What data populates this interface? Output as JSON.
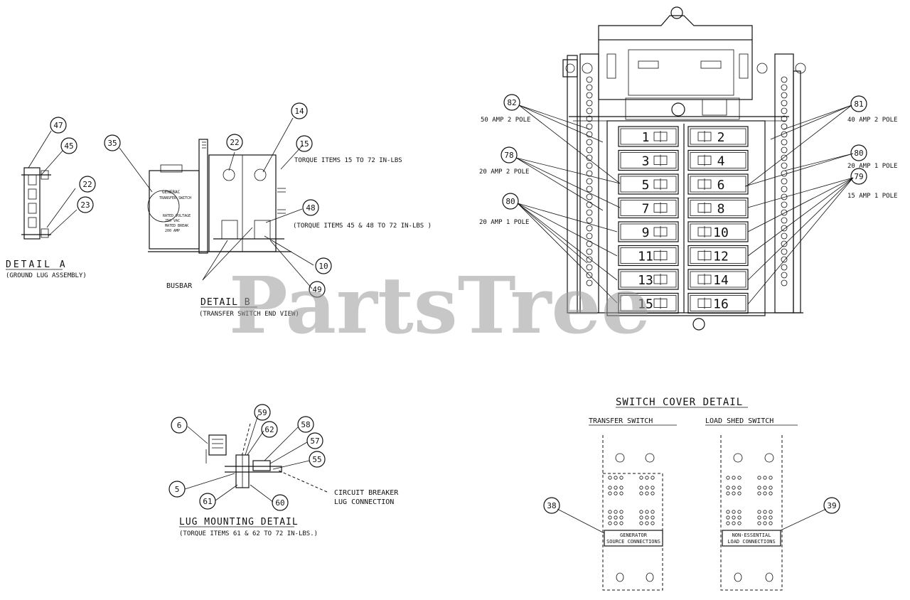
{
  "watermark": "PartsTree",
  "ground_detail": {
    "callouts": [
      "47",
      "45",
      "22",
      "23"
    ],
    "title": "DETAIL A",
    "subtitle": "(GROUND LUG ASSEMBLY)"
  },
  "detail_b": {
    "callouts": [
      "35",
      "22",
      "14",
      "15",
      "48",
      "10",
      "49"
    ],
    "relay_text": [
      "GENERAC",
      "TRANSFER SWITCH",
      "RATED VOLTAGE",
      "250 VAC",
      "MATED BREAK",
      "200 AMP"
    ],
    "notes": [
      "TORQUE ITEMS 15 TO 72 IN-LBS",
      "(TORQUE ITEMS 45 & 48 TO 72 IN-LBS )"
    ],
    "busbar_label": "BUSBAR",
    "title": "DETAIL B",
    "subtitle": "(TRANSFER SWITCH END VIEW)"
  },
  "panel": {
    "left_callouts": [
      {
        "num": "82",
        "text": "50 AMP 2 POLE"
      },
      {
        "num": "78",
        "text": "20 AMP 2 POLE"
      },
      {
        "num": "80",
        "text": "20 AMP 1 POLE"
      }
    ],
    "right_callouts": [
      {
        "num": "81",
        "text": "40 AMP 2 POLE"
      },
      {
        "num": "80",
        "text": "20 AMP 1 POLE"
      },
      {
        "num": "79",
        "text": "15 AMP 1 POLE"
      }
    ],
    "left_breakers": [
      "1",
      "3",
      "5",
      "7",
      "9",
      "11",
      "13",
      "15"
    ],
    "right_breakers": [
      "2",
      "4",
      "6",
      "8",
      "10",
      "12",
      "14",
      "16"
    ]
  },
  "lug_detail": {
    "callouts": [
      "6",
      "59",
      "62",
      "58",
      "57",
      "55",
      "5",
      "61",
      "60"
    ],
    "note": [
      "CIRCUIT BREAKER",
      "LUG CONNECTION"
    ],
    "title": "LUG MOUNTING DETAIL",
    "subtitle": "(TORQUE ITEMS 61 & 62 TO 72 IN-LBS.)"
  },
  "switch_cover": {
    "title": "SWITCH COVER DETAIL",
    "left_title": "TRANSFER SWITCH",
    "right_title": "LOAD SHED SWITCH",
    "left_label": [
      "GENERATOR",
      "SOURCE CONNECTIONS"
    ],
    "right_label": [
      "NON-ESSENTIAL",
      "LOAD CONNECTIONS"
    ],
    "left_callout": "38",
    "right_callout": "39"
  }
}
